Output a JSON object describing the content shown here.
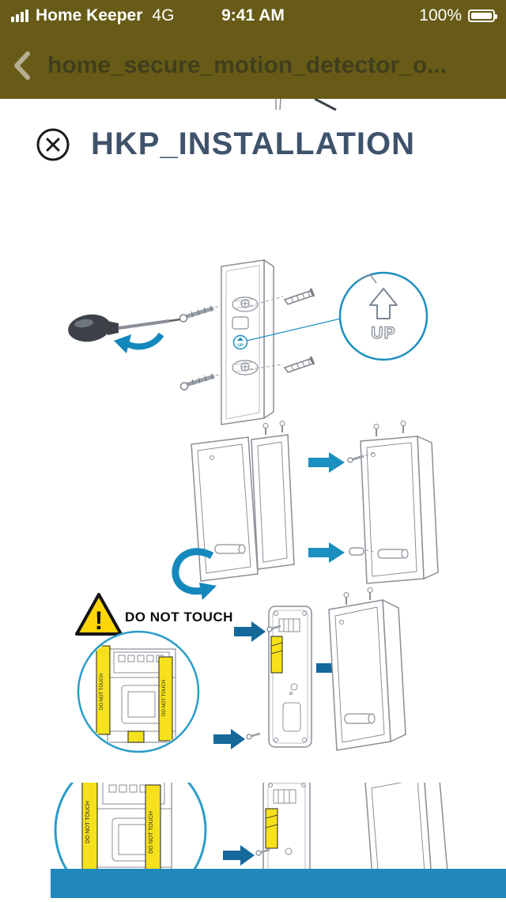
{
  "status_bar": {
    "carrier": "Home Keeper",
    "network": "4G",
    "time": "9:41 AM",
    "battery_percent": "100%"
  },
  "nav_bar": {
    "title": "home_secure_motion_detector_o..."
  },
  "modal": {
    "title": "HKP_INSTALLATION"
  },
  "diagram": {
    "callout_up_label": "UP",
    "plate_up_label": "UP",
    "warning_exclamation": "!",
    "warning_label": "DO NOT TOUCH",
    "tape_label": "DO NOT TOUCH",
    "colors": {
      "bar_olive": "#675b17",
      "title_slate": "#3f526b",
      "accent_blue": "#1b8fc0",
      "rotate_blue": "#1488bc",
      "dark_arrow_blue": "#15689a",
      "callout_stroke": "#2a9cc9",
      "footer_band": "#2188bb",
      "warning_yellow": "#ffd60a",
      "tape_yellow": "#f6e11c",
      "line_gray": "#8a8f96"
    }
  }
}
